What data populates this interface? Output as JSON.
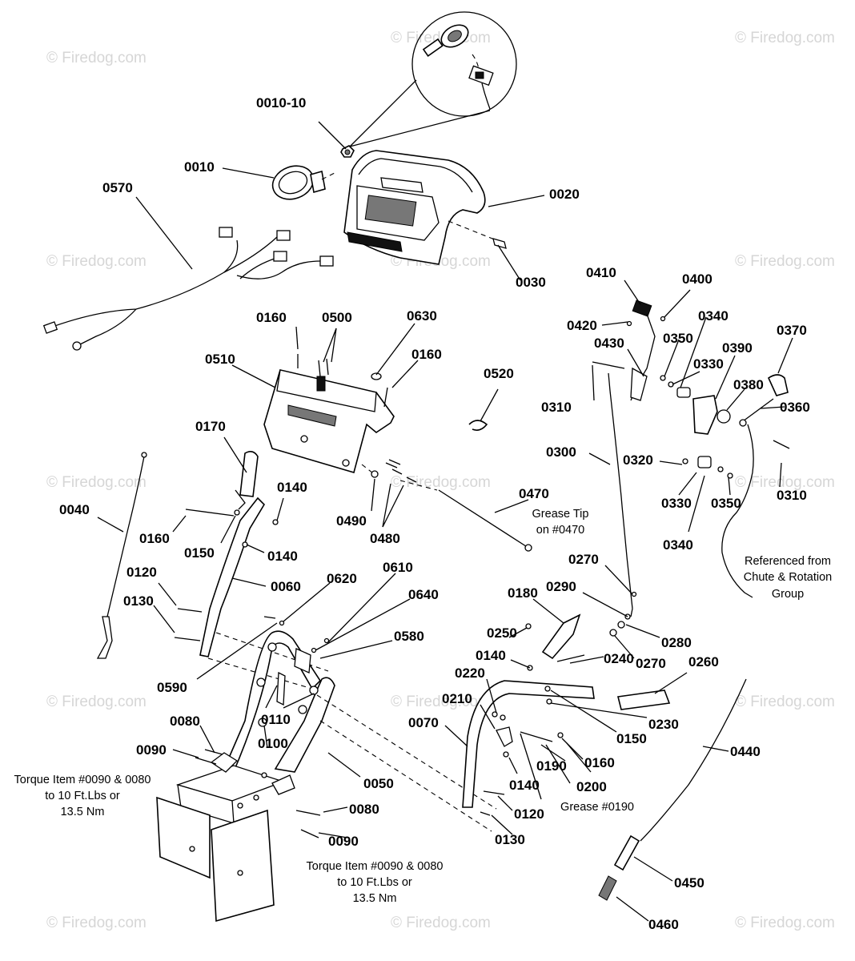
{
  "watermark": "© Firedog.com",
  "labels": [
    {
      "id": "l_0010_10",
      "text": "0010-10"
    },
    {
      "id": "l_0010",
      "text": "0010"
    },
    {
      "id": "l_0020",
      "text": "0020"
    },
    {
      "id": "l_0570",
      "text": "0570"
    },
    {
      "id": "l_0030",
      "text": "0030"
    },
    {
      "id": "l_0410",
      "text": "0410"
    },
    {
      "id": "l_0400",
      "text": "0400"
    },
    {
      "id": "l_0420",
      "text": "0420"
    },
    {
      "id": "l_0340a",
      "text": "0340"
    },
    {
      "id": "l_0160a",
      "text": "0160"
    },
    {
      "id": "l_0500",
      "text": "0500"
    },
    {
      "id": "l_0630",
      "text": "0630"
    },
    {
      "id": "l_0160b",
      "text": "0160"
    },
    {
      "id": "l_0350a",
      "text": "0350"
    },
    {
      "id": "l_0390",
      "text": "0390"
    },
    {
      "id": "l_0430",
      "text": "0430"
    },
    {
      "id": "l_0330a",
      "text": "0330"
    },
    {
      "id": "l_0370",
      "text": "0370"
    },
    {
      "id": "l_0510",
      "text": "0510"
    },
    {
      "id": "l_0520",
      "text": "0520"
    },
    {
      "id": "l_0380",
      "text": "0380"
    },
    {
      "id": "l_0310a",
      "text": "0310"
    },
    {
      "id": "l_0360",
      "text": "0360"
    },
    {
      "id": "l_0170",
      "text": "0170"
    },
    {
      "id": "l_0300",
      "text": "0300"
    },
    {
      "id": "l_0320",
      "text": "0320"
    },
    {
      "id": "l_0140a",
      "text": "0140"
    },
    {
      "id": "l_0470",
      "text": "0470"
    },
    {
      "id": "l_0040",
      "text": "0040"
    },
    {
      "id": "l_0310b",
      "text": "0310"
    },
    {
      "id": "l_0330b",
      "text": "0330"
    },
    {
      "id": "l_0350b",
      "text": "0350"
    },
    {
      "id": "l_0160c",
      "text": "0160"
    },
    {
      "id": "l_0490",
      "text": "0490"
    },
    {
      "id": "l_0150a",
      "text": "0150"
    },
    {
      "id": "l_0480",
      "text": "0480"
    },
    {
      "id": "l_0340b",
      "text": "0340"
    },
    {
      "id": "l_0140b",
      "text": "0140"
    },
    {
      "id": "l_0120a",
      "text": "0120"
    },
    {
      "id": "l_0610",
      "text": "0610"
    },
    {
      "id": "l_0270a",
      "text": "0270"
    },
    {
      "id": "l_0060",
      "text": "0060"
    },
    {
      "id": "l_0620",
      "text": "0620"
    },
    {
      "id": "l_0640",
      "text": "0640"
    },
    {
      "id": "l_0290",
      "text": "0290"
    },
    {
      "id": "l_0130a",
      "text": "0130"
    },
    {
      "id": "l_0180",
      "text": "0180"
    },
    {
      "id": "l_0580",
      "text": "0580"
    },
    {
      "id": "l_0250",
      "text": "0250"
    },
    {
      "id": "l_0280",
      "text": "0280"
    },
    {
      "id": "l_0140c",
      "text": "0140"
    },
    {
      "id": "l_0240",
      "text": "0240"
    },
    {
      "id": "l_0270b",
      "text": "0270"
    },
    {
      "id": "l_0260",
      "text": "0260"
    },
    {
      "id": "l_0590",
      "text": "0590"
    },
    {
      "id": "l_0220",
      "text": "0220"
    },
    {
      "id": "l_0210",
      "text": "0210"
    },
    {
      "id": "l_0110",
      "text": "0110"
    },
    {
      "id": "l_0080a",
      "text": "0080"
    },
    {
      "id": "l_0230",
      "text": "0230"
    },
    {
      "id": "l_0070",
      "text": "0070"
    },
    {
      "id": "l_0150b",
      "text": "0150"
    },
    {
      "id": "l_0100",
      "text": "0100"
    },
    {
      "id": "l_0090a",
      "text": "0090"
    },
    {
      "id": "l_0440",
      "text": "0440"
    },
    {
      "id": "l_0160d",
      "text": "0160"
    },
    {
      "id": "l_0190",
      "text": "0190"
    },
    {
      "id": "l_0050",
      "text": "0050"
    },
    {
      "id": "l_0200",
      "text": "0200"
    },
    {
      "id": "l_0140d",
      "text": "0140"
    },
    {
      "id": "l_0080b",
      "text": "0080"
    },
    {
      "id": "l_0120b",
      "text": "0120"
    },
    {
      "id": "l_0090b",
      "text": "0090"
    },
    {
      "id": "l_0130b",
      "text": "0130"
    },
    {
      "id": "l_0450",
      "text": "0450"
    },
    {
      "id": "l_0460",
      "text": "0460"
    }
  ],
  "notes": {
    "grease_tip": [
      "Grease Tip",
      "on #0470"
    ],
    "referenced": [
      "Referenced from",
      "Chute & Rotation",
      "Group"
    ],
    "grease_0190": "Grease #0190",
    "torque_left": [
      "Torque Item #0090 & 0080",
      "to 10 Ft.Lbs or",
      "13.5 Nm"
    ],
    "torque_bottom": [
      "Torque Item #0090 & 0080",
      "to 10 Ft.Lbs or",
      "13.5 Nm"
    ]
  }
}
